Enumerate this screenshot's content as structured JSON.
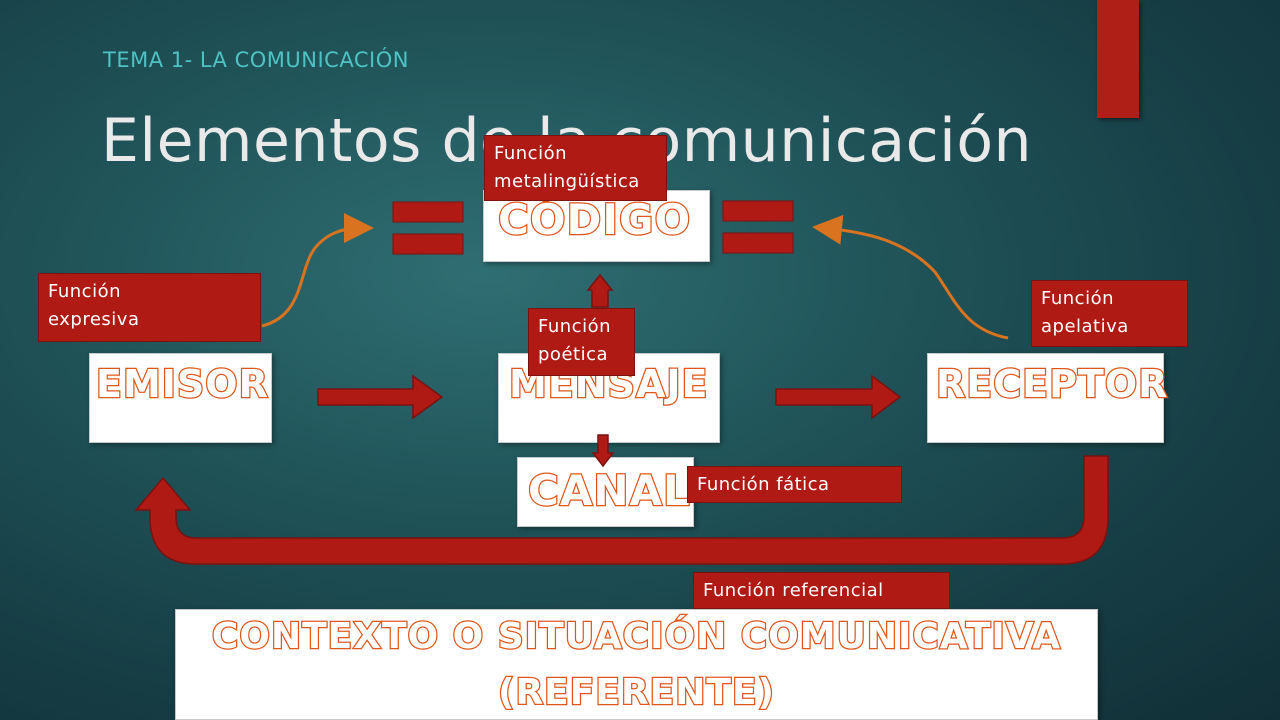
{
  "slide": {
    "subtitle": "TEMA 1- LA COMUNICACIÓN",
    "title": "Elementos de la comunicación"
  },
  "elements": {
    "codigo": "CÓDIGO",
    "emisor": "EMISOR",
    "mensaje": "MENSAJE",
    "receptor": "RECEPTOR",
    "canal": "CANAL",
    "contexto_line1": "CONTEXTO O SITUACIÓN COMUNICATIVA",
    "contexto_line2": "(REFERENTE)"
  },
  "functions": {
    "metalinguistica_1": "Función",
    "metalinguistica_2": "metalingüística",
    "expresiva_1": "Función",
    "expresiva_2": "expresiva",
    "poetica_1": "Función",
    "poetica_2": "poética",
    "apelativa_1": "Función",
    "apelativa_2": "apelativa",
    "fatica": "Función fática",
    "referencial": "Función referencial"
  },
  "colors": {
    "accent_red": "#b01a15",
    "word_outline": "#e0561a",
    "curve_arrow": "#d9731f",
    "subtitle_teal": "#4ec3c4"
  }
}
